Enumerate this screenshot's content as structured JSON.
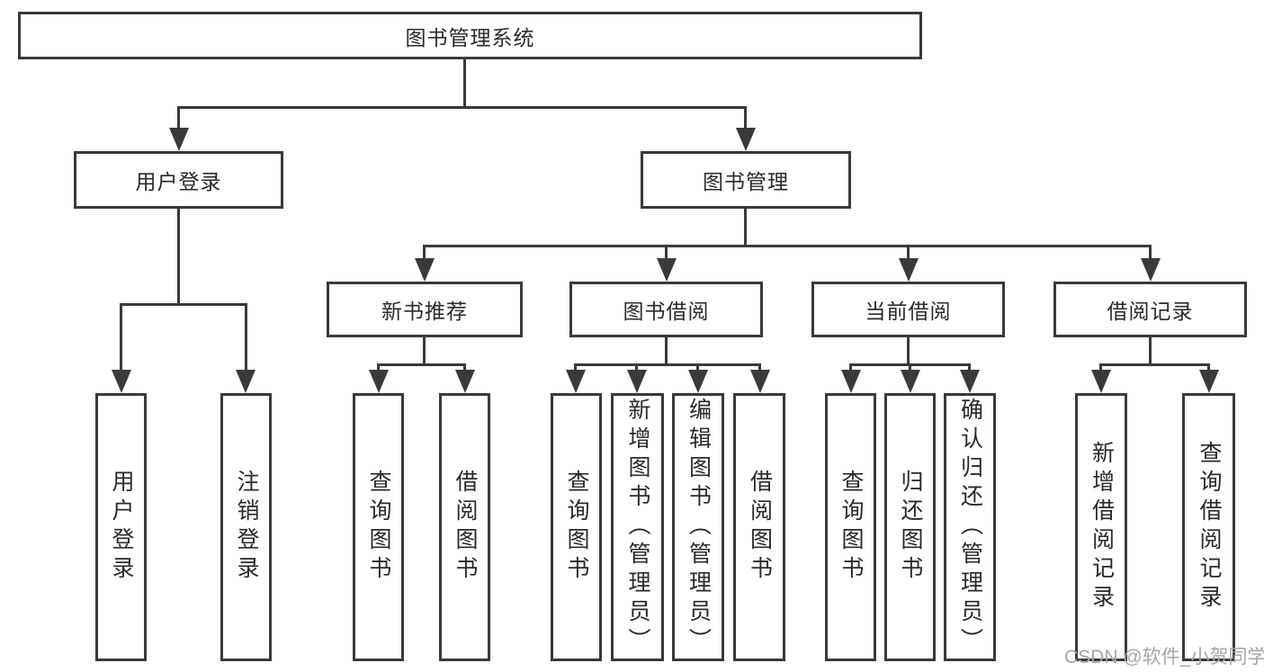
{
  "diagram": {
    "title": "图书管理系统",
    "type": "hierarchy-tree",
    "colors": {
      "line": "#3a3a3a",
      "text": "#2a2a2a",
      "background": "#ffffff",
      "watermark": "#a6a6a6"
    },
    "nodes": {
      "root": {
        "label": "图书管理系统"
      },
      "user_login": {
        "label": "用户登录"
      },
      "book_mgmt": {
        "label": "图书管理"
      },
      "new_book_rec": {
        "label": "新书推荐"
      },
      "book_borrow": {
        "label": "图书借阅"
      },
      "current_borrow": {
        "label": "当前借阅"
      },
      "borrow_record": {
        "label": "借阅记录"
      },
      "leaf_user_login": {
        "label": "用户登录"
      },
      "leaf_logout": {
        "label": "注销登录"
      },
      "leaf_query_book_1": {
        "label": "查询图书"
      },
      "leaf_borrow_book_1": {
        "label": "借阅图书"
      },
      "leaf_query_book_2": {
        "label": "查询图书"
      },
      "leaf_add_book": {
        "label": "新增图书（管理员）"
      },
      "leaf_edit_book": {
        "label": "编辑图书（管理员）"
      },
      "leaf_borrow_book_2": {
        "label": "借阅图书"
      },
      "leaf_query_book_3": {
        "label": "查询图书"
      },
      "leaf_return_book": {
        "label": "归还图书"
      },
      "leaf_confirm_return": {
        "label": "确认归还（管理员）"
      },
      "leaf_add_borrow_record": {
        "label": "新增借阅记录"
      },
      "leaf_query_borrow_record": {
        "label": "查询借阅记录"
      }
    },
    "hierarchy": [
      {
        "parent": "root",
        "children": [
          "user_login",
          "book_mgmt"
        ]
      },
      {
        "parent": "user_login",
        "children": [
          "leaf_user_login",
          "leaf_logout"
        ]
      },
      {
        "parent": "book_mgmt",
        "children": [
          "new_book_rec",
          "book_borrow",
          "current_borrow",
          "borrow_record"
        ]
      },
      {
        "parent": "new_book_rec",
        "children": [
          "leaf_query_book_1",
          "leaf_borrow_book_1"
        ]
      },
      {
        "parent": "book_borrow",
        "children": [
          "leaf_query_book_2",
          "leaf_add_book",
          "leaf_edit_book",
          "leaf_borrow_book_2"
        ]
      },
      {
        "parent": "current_borrow",
        "children": [
          "leaf_query_book_3",
          "leaf_return_book",
          "leaf_confirm_return"
        ]
      },
      {
        "parent": "borrow_record",
        "children": [
          "leaf_add_borrow_record",
          "leaf_query_borrow_record"
        ]
      }
    ],
    "watermark": "CSDN @软件_小贺同学"
  }
}
